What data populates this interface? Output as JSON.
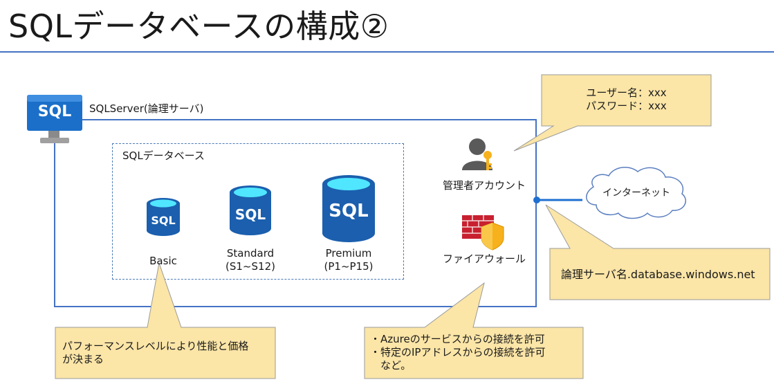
{
  "title": "SQLデータベースの構成②",
  "server": {
    "icon_label": "SQL",
    "label": "SQLServer(論理サーバ)"
  },
  "database": {
    "label": "SQLデータベース",
    "tiers": [
      {
        "icon_label": "SQL",
        "name": "Basic",
        "range": ""
      },
      {
        "icon_label": "SQL",
        "name": "Standard",
        "range": "(S1~S12)"
      },
      {
        "icon_label": "SQL",
        "name": "Premium",
        "range": "(P1~P15)"
      }
    ]
  },
  "admin_account": {
    "label": "管理者アカウント"
  },
  "firewall": {
    "label": "ファイアウォール"
  },
  "internet": {
    "label": "インターネット"
  },
  "callouts": {
    "credentials": "ユーザー名：xxx\nパスワード：xxx",
    "server_name": "論理サーバ名.database.windows.net",
    "performance": "パフォーマンスレベルにより性能と価格\nが決まる",
    "firewall_rules": "・Azureのサービスからの接続を許可\n・特定のIPアドレスからの接続を許可\n　など。"
  },
  "colors": {
    "accent": "#4472c4",
    "callout_fill": "#fbe5a7",
    "callout_stroke": "#9a9a9a",
    "sql_blue": "#1b5fae",
    "sql_cyan": "#50e6ff",
    "firewall_red": "#c8202f",
    "shield_gold": "#f6b11d",
    "person_gray": "#5a5a5a"
  }
}
